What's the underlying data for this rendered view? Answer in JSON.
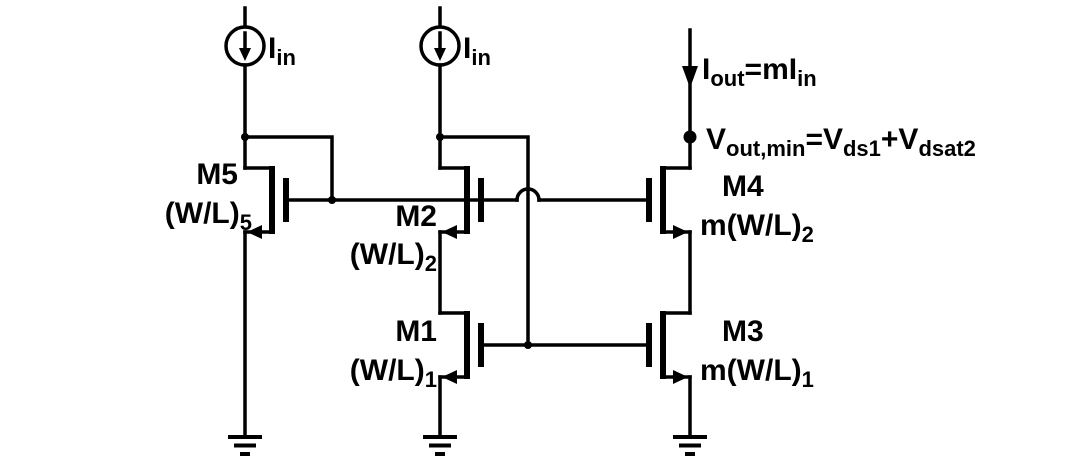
{
  "colors": {
    "ink": "#000000",
    "background": "#ffffff"
  },
  "icons": {
    "current_source": "circle-with-down-arrow",
    "ground": "earth-ground",
    "crossover": "wire-hop-arc",
    "node": "filled-junction-dot"
  },
  "sources": {
    "left": {
      "main": "I",
      "sub": "in"
    },
    "middle": {
      "main": "I",
      "sub": "in"
    }
  },
  "output": {
    "current": {
      "p1": "I",
      "s1": "out",
      "p2": "=mI",
      "s2": "in"
    },
    "node": {
      "p1": "V",
      "s1": "out,min",
      "p2": "=V",
      "s2": "ds1",
      "p3": "+V",
      "s3": "dsat2"
    }
  },
  "transistors": {
    "m5": {
      "name": "M5",
      "size": "(W/L)",
      "sub": "5"
    },
    "m2": {
      "name": "M2",
      "size": "(W/L)",
      "sub": "2"
    },
    "m1": {
      "name": "M1",
      "size": "(W/L)",
      "sub": "1"
    },
    "m4": {
      "name": "M4",
      "size": "m(W/L)",
      "sub": "2"
    },
    "m3": {
      "name": "M3",
      "size": "m(W/L)",
      "sub": "1"
    }
  }
}
